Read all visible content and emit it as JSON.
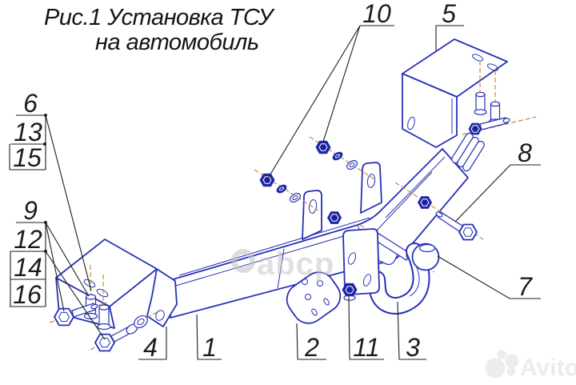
{
  "figure": {
    "title_line1": "Рис.1 Установка ТСУ",
    "title_line2": "на автомобиль"
  },
  "callouts": {
    "c1": "1",
    "c2": "2",
    "c3": "3",
    "c4": "4",
    "c5": "5",
    "c6": "6",
    "c7": "7",
    "c8": "8",
    "c9": "9",
    "c10": "10",
    "c11": "11",
    "c12": "12",
    "c13": "13",
    "c14": "14",
    "c15": "15",
    "c16": "16"
  },
  "watermarks": {
    "center_text": "abcp",
    "corner_brand": "Avito"
  },
  "colors": {
    "drawing_line": "#2531b5",
    "fastener_fill": "#1c23a2",
    "centerline": "#c8893f",
    "label": "#1c1c1c",
    "center_watermark": "#c7c7c7",
    "corner_watermark": "#ececec",
    "background": "#ffffff"
  }
}
